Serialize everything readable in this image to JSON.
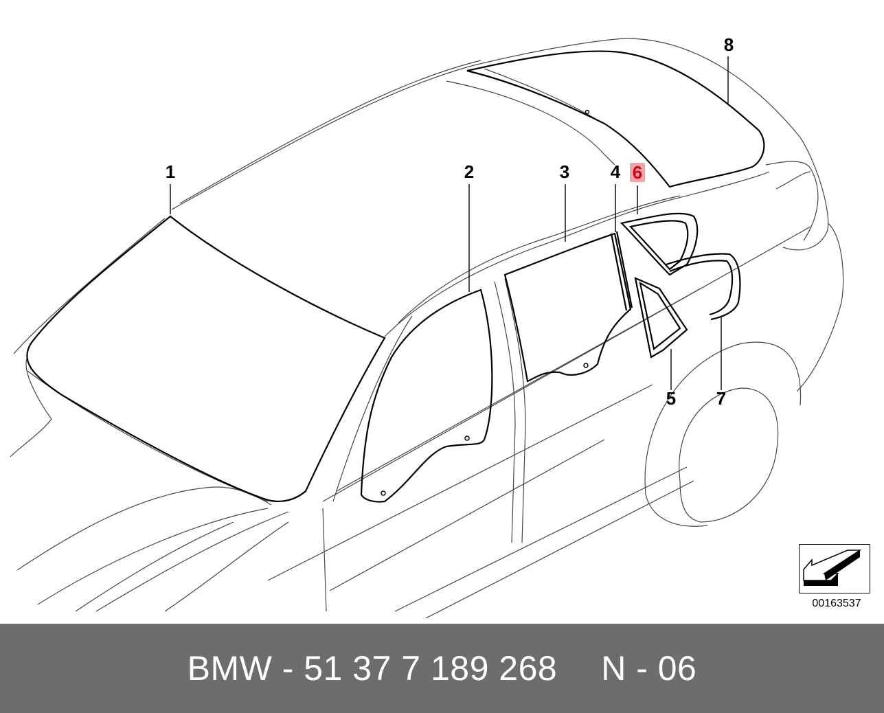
{
  "diagram": {
    "callouts": [
      "1",
      "2",
      "3",
      "4",
      "5",
      "6",
      "7",
      "8"
    ],
    "highlighted_callout": "6",
    "diagram_code": "00163537"
  },
  "footer": {
    "part_label": "BMW - 51 37 7 189 268",
    "ref_label": "N - 06"
  },
  "colors": {
    "footer_bg": "#6d6d6d",
    "highlight_bg": "#f2a5a5",
    "highlight_text": "#d0021b"
  }
}
